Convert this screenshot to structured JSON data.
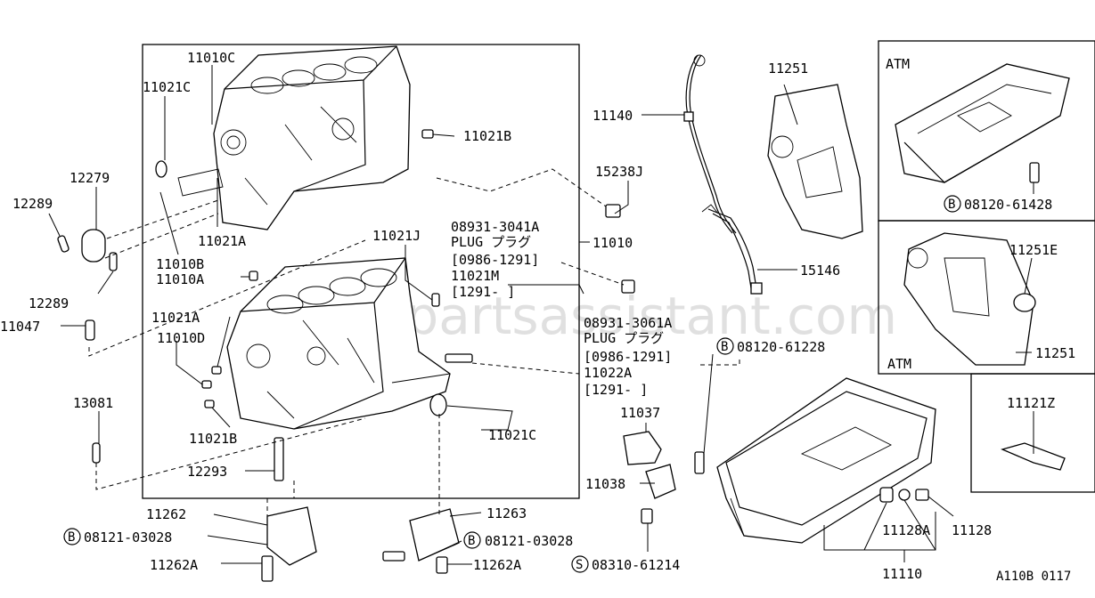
{
  "watermark": "www.partsassistant.com",
  "diagram_id": "A110B 0117",
  "frames": {
    "atm_label": "ATM"
  },
  "labels": {
    "p11010C": "11010C",
    "p11021C_top": "11021C",
    "p12279": "12279",
    "p12289_top": "12289",
    "p12289_bot": "12289",
    "p11021A_top": "11021A",
    "p11010B": "11010B",
    "p11010A": "11010A",
    "p11047": "11047",
    "p11021A_mid": "11021A",
    "p11010D": "11010D",
    "p13081": "13081",
    "p11021B_left": "11021B",
    "p12293": "12293",
    "p11021B_top": "11021B",
    "p11021J": "11021J",
    "p11021C_bot": "11021C",
    "p11010": "11010",
    "plug1_line1": "08931-3041A",
    "plug1_line2": "PLUG プラグ",
    "plug1_line3": "[0986-1291]",
    "plug1_line4": "11021M",
    "plug1_line5": "[1291-      ]",
    "plug2_line1": "08931-3061A",
    "plug2_line2": "PLUG プラグ",
    "plug2_line3": "[0986-1291]",
    "plug2_line4": "11022A",
    "plug2_line5": "[1291-      ]",
    "p15238J": "15238J",
    "p11140": "11140",
    "p15146": "15146",
    "p11251_top": "11251",
    "p08120_61228": "08120-61228",
    "p11037": "11037",
    "p11038": "11038",
    "p11262": "11262",
    "p08121_03028_left": "08121-03028",
    "p11262A_left": "11262A",
    "p11263": "11263",
    "p08121_03028_right": "08121-03028",
    "p11262A_right": "11262A",
    "p08310_61214": "08310-61214",
    "p08120_61428": "08120-61428",
    "p11251E": "11251E",
    "p11251_bot": "11251",
    "p11121Z": "11121Z",
    "p11128A": "11128A",
    "p11128": "11128",
    "p11110": "11110"
  },
  "markers": {
    "bolt": "B",
    "screw": "S"
  }
}
